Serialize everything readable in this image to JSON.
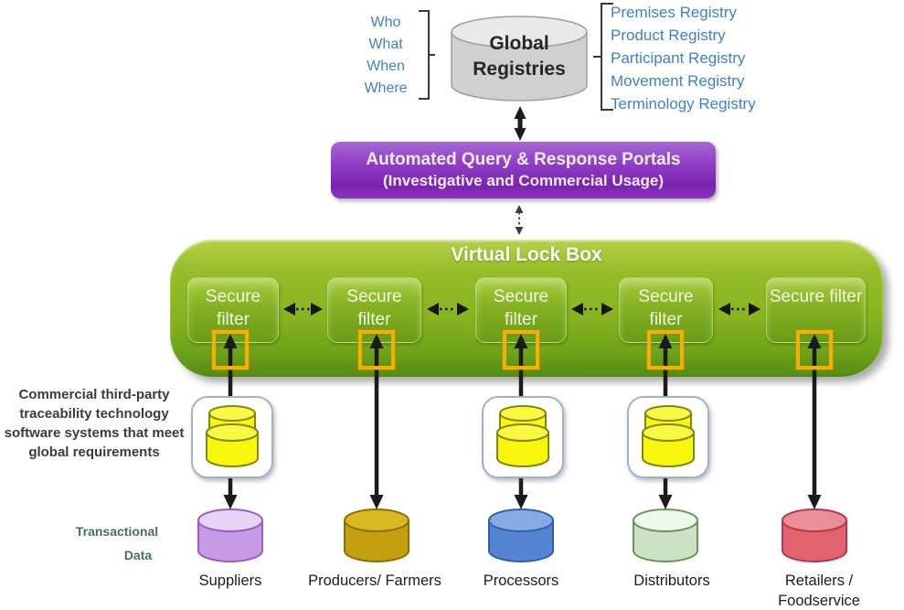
{
  "colors": {
    "blue_text": "#4080c8",
    "bracket": "#3a3a3a",
    "purple_box": "#8f3dc4",
    "green_box": "#88b41f",
    "port_orange": "#f3ae07",
    "arrow_black": "#1b1b1b",
    "transactional_text": "#47705f"
  },
  "who_list": {
    "items": [
      "Who",
      "What",
      "When",
      "Where"
    ]
  },
  "global_registries": {
    "label_line1": "Global",
    "label_line2": "Registries",
    "cylinder": {
      "body": "#d0d0d0",
      "top": "#e9e9e9",
      "stroke": "#9e9e9e"
    }
  },
  "registry_list": {
    "items": [
      "Premises Registry",
      "Product Registry",
      "Participant Registry",
      "Movement Registry",
      "Terminology Registry"
    ]
  },
  "portal_box": {
    "line1": "Automated Query & Response Portals",
    "line2": "(Investigative and Commercial Usage)"
  },
  "lockbox": {
    "title": "Virtual Lock Box",
    "filters": [
      "Secure filter",
      "Secure filter",
      "Secure filter",
      "Secure filter",
      "Secure filter"
    ]
  },
  "left_note": {
    "lines": [
      "Commercial third-party",
      "traceability technology",
      "software systems that meet",
      "global requirements"
    ]
  },
  "transactional": {
    "line1": "Transactional",
    "line2": "Data"
  },
  "middleware": {
    "cylinder": {
      "body": "#f7f70b",
      "top": "#f9f943",
      "stroke": "#85850a"
    }
  },
  "entities": [
    {
      "label": "Suppliers",
      "cylinder": {
        "body": "#c69ae4",
        "top": "#e6d4f4",
        "stroke": "#9a5cc0"
      }
    },
    {
      "label": "Producers/ Farmers",
      "cylinder": {
        "body": "#c5a00e",
        "top": "#d8ba20",
        "stroke": "#8a7000"
      }
    },
    {
      "label": "Processors",
      "cylinder": {
        "body": "#5585d2",
        "top": "#85abe4",
        "stroke": "#3060aa"
      }
    },
    {
      "label": "Distributors",
      "cylinder": {
        "body": "#cce2c4",
        "top": "#f0f7ec",
        "stroke": "#6b9460"
      }
    },
    {
      "label_line1": "Retailers /",
      "label_line2": "Foodservice",
      "cylinder": {
        "body": "#e0636f",
        "top": "#ea8f99",
        "stroke": "#b43848"
      }
    }
  ]
}
